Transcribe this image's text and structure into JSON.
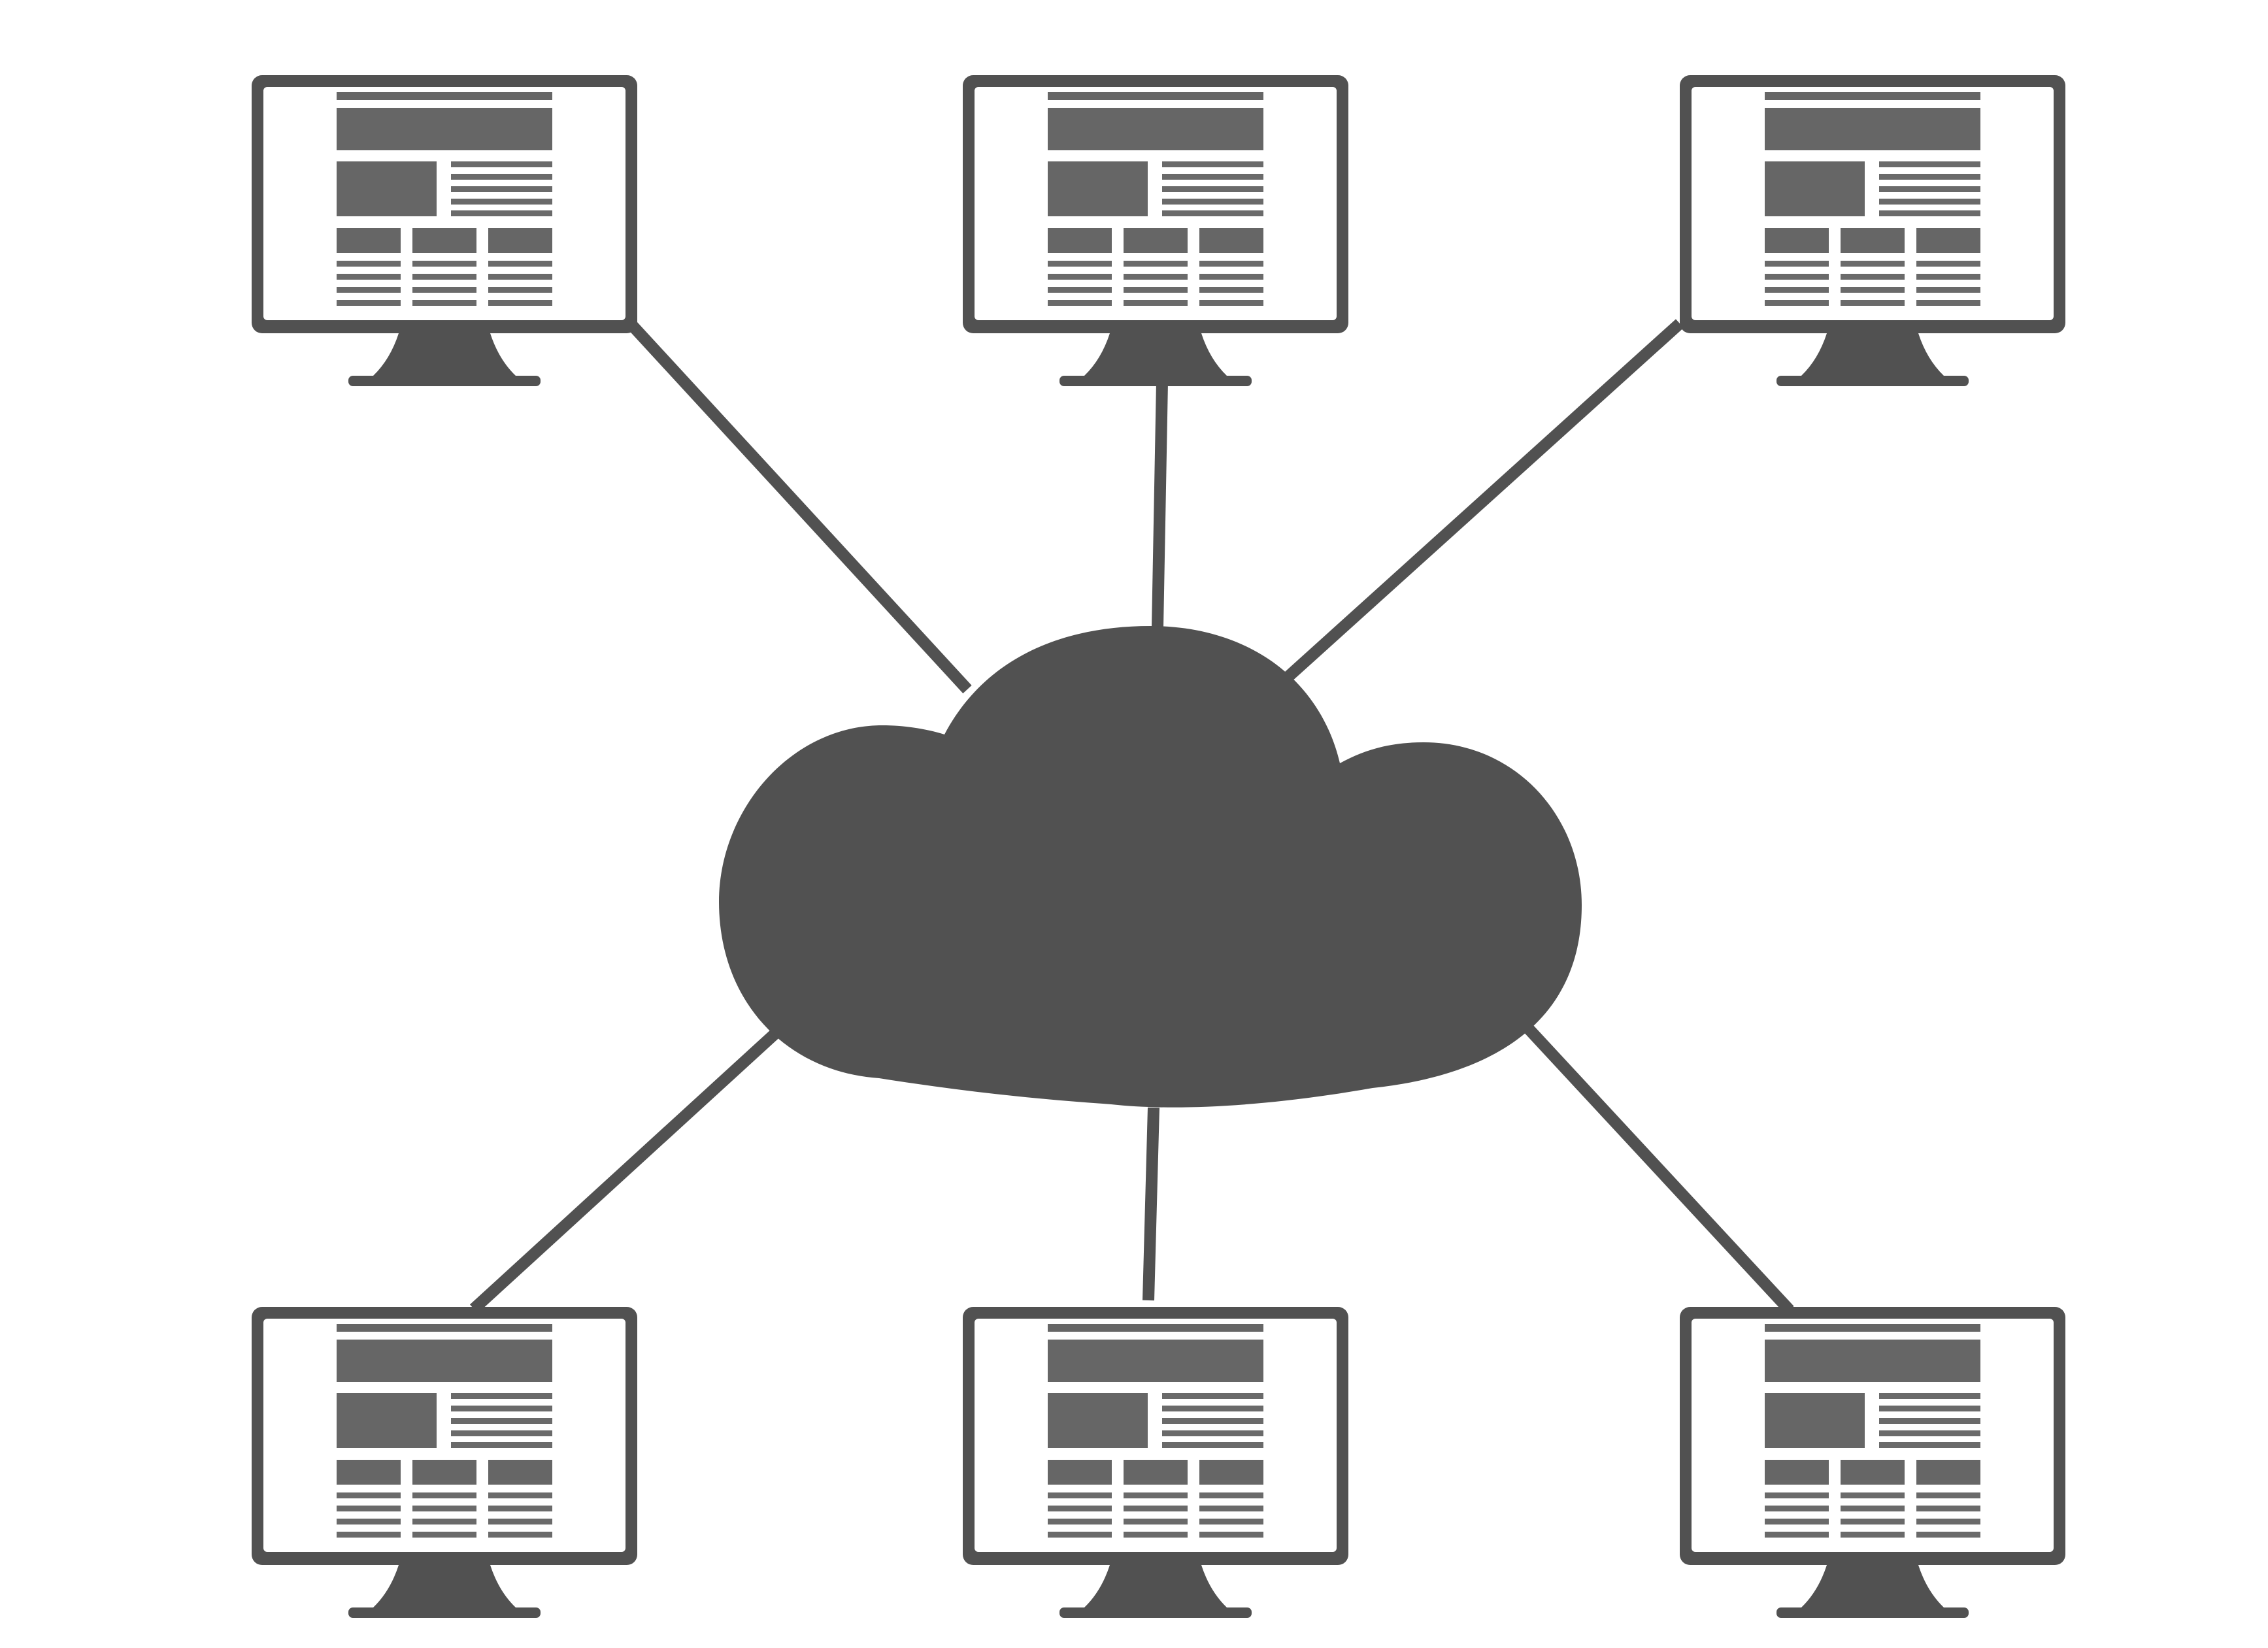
{
  "diagram": {
    "type": "hub-and-spoke network",
    "hub": {
      "name": "cloud",
      "icon": "cloud-icon"
    },
    "nodes": [
      {
        "id": "monitor-top-left",
        "icon": "monitor-icon",
        "content": "webpage-layout"
      },
      {
        "id": "monitor-top-center",
        "icon": "monitor-icon",
        "content": "webpage-layout"
      },
      {
        "id": "monitor-top-right",
        "icon": "monitor-icon",
        "content": "webpage-layout"
      },
      {
        "id": "monitor-bottom-left",
        "icon": "monitor-icon",
        "content": "webpage-layout"
      },
      {
        "id": "monitor-bottom-center",
        "icon": "monitor-icon",
        "content": "webpage-layout"
      },
      {
        "id": "monitor-bottom-right",
        "icon": "monitor-icon",
        "content": "webpage-layout"
      }
    ],
    "edges": [
      {
        "from": "cloud",
        "to": "monitor-top-left"
      },
      {
        "from": "cloud",
        "to": "monitor-top-center"
      },
      {
        "from": "cloud",
        "to": "monitor-top-right"
      },
      {
        "from": "cloud",
        "to": "monitor-bottom-left"
      },
      {
        "from": "cloud",
        "to": "monitor-bottom-center"
      },
      {
        "from": "cloud",
        "to": "monitor-bottom-right"
      }
    ]
  },
  "colors": {
    "background": "#ffffff",
    "icon_fill": "#515151",
    "screen_block": "#666666",
    "screen_line": "#6a6a6a"
  }
}
